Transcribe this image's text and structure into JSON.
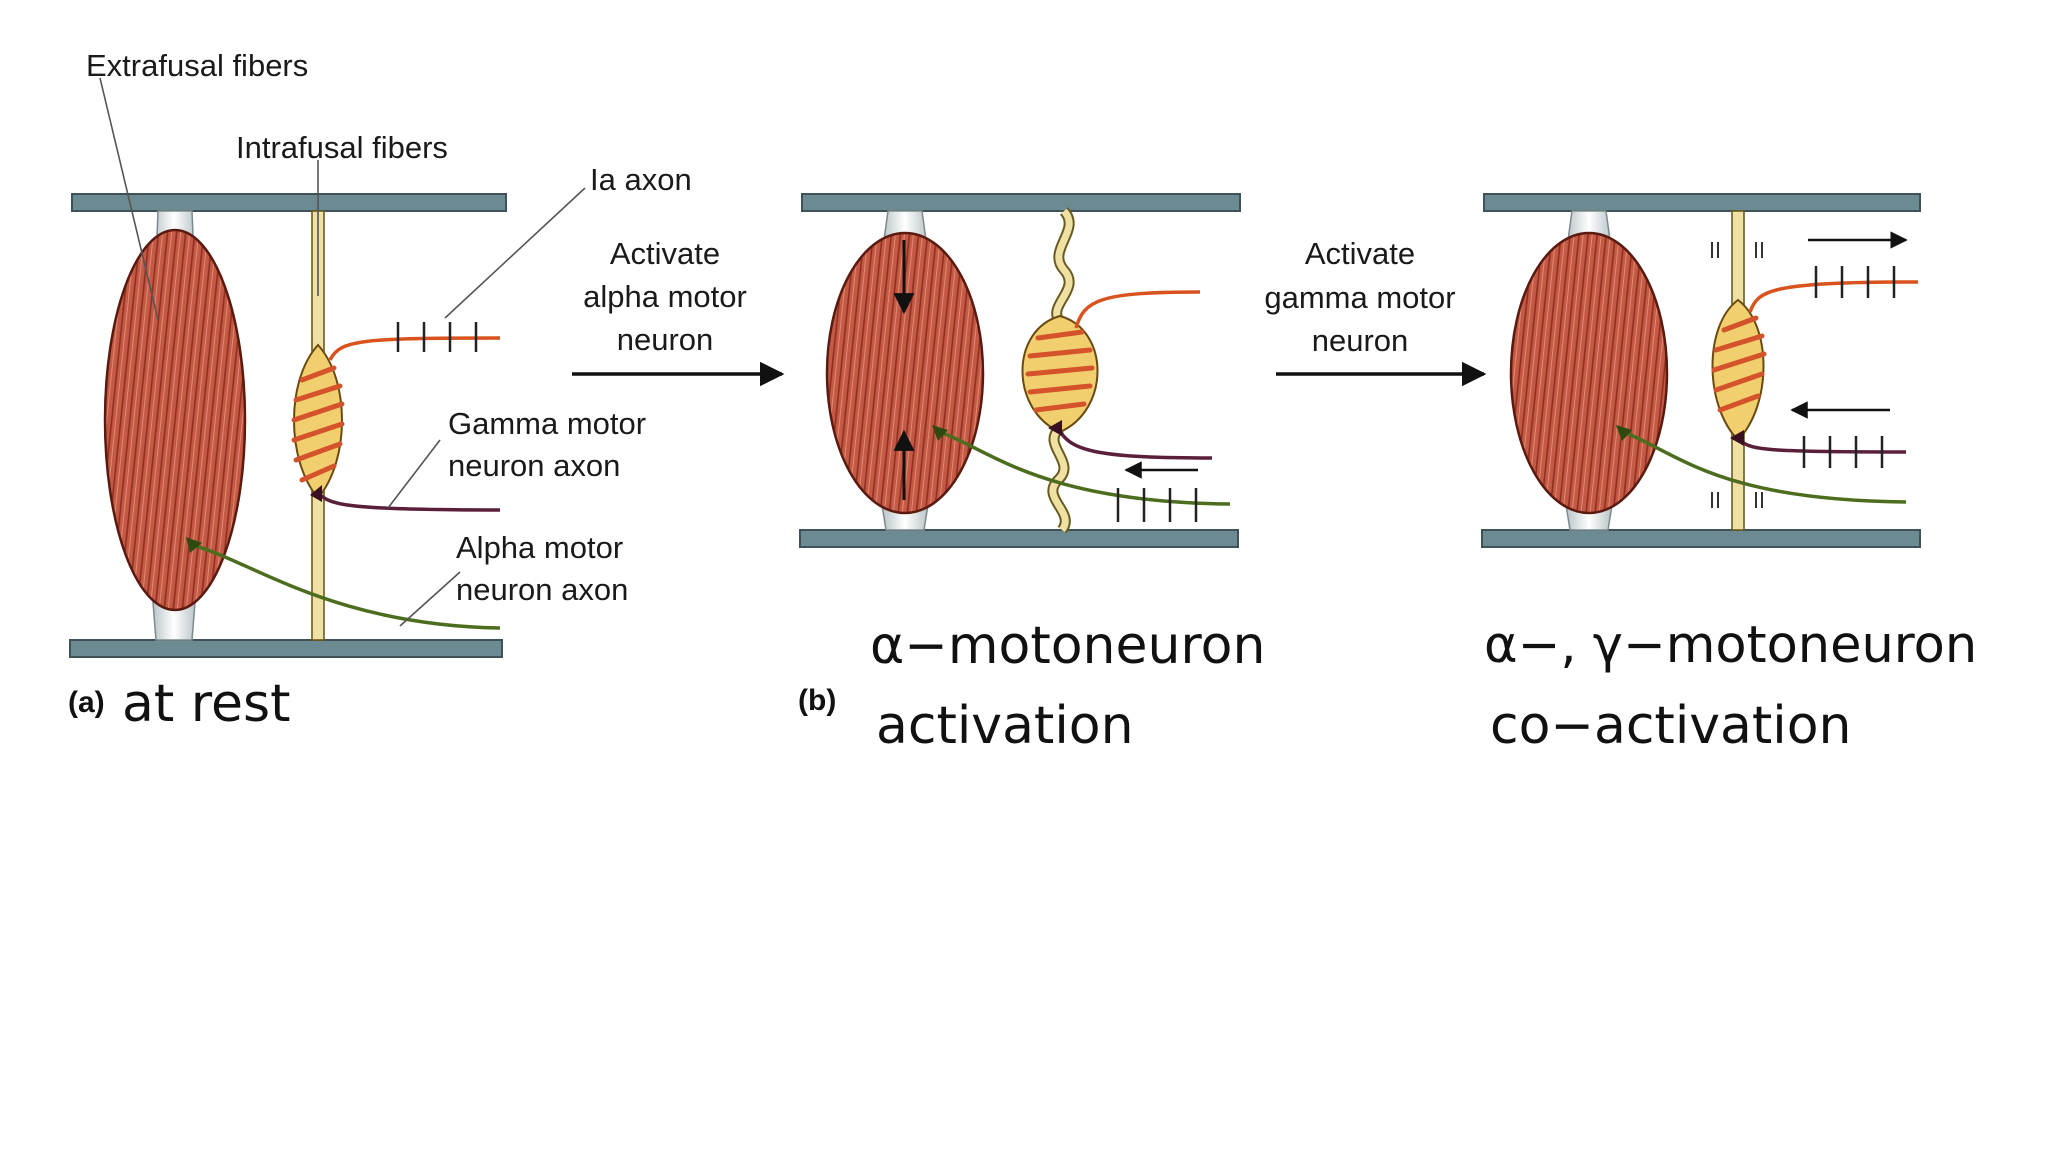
{
  "labels": {
    "extrafusal": "Extrafusal fibers",
    "intrafusal": "Intrafusal fibers",
    "ia_axon": "Ia axon",
    "gamma_axon": [
      "Gamma motor",
      "neuron axon"
    ],
    "alpha_axon": [
      "Alpha motor",
      "neuron axon"
    ],
    "activate_alpha": [
      "Activate",
      "alpha motor",
      "neuron"
    ],
    "activate_gamma": [
      "Activate",
      "gamma motor",
      "neuron"
    ]
  },
  "panel_tags": {
    "a": "(a)",
    "b": "(b)"
  },
  "captions": {
    "a": "at rest",
    "b_line1": "α−motoneuron",
    "b_line2": "activation",
    "c_line1": "α−, γ−motoneuron",
    "c_line2": "co−activation"
  },
  "colors": {
    "plate": "#6b8a92",
    "muscle": "#c2553f",
    "spindle": "#f2cf6e",
    "spindle_stripe": "#d4532a",
    "ia_axon": "#d9531e",
    "gamma_axon": "#5a1f3a",
    "alpha_axon": "#4c6d1e"
  }
}
